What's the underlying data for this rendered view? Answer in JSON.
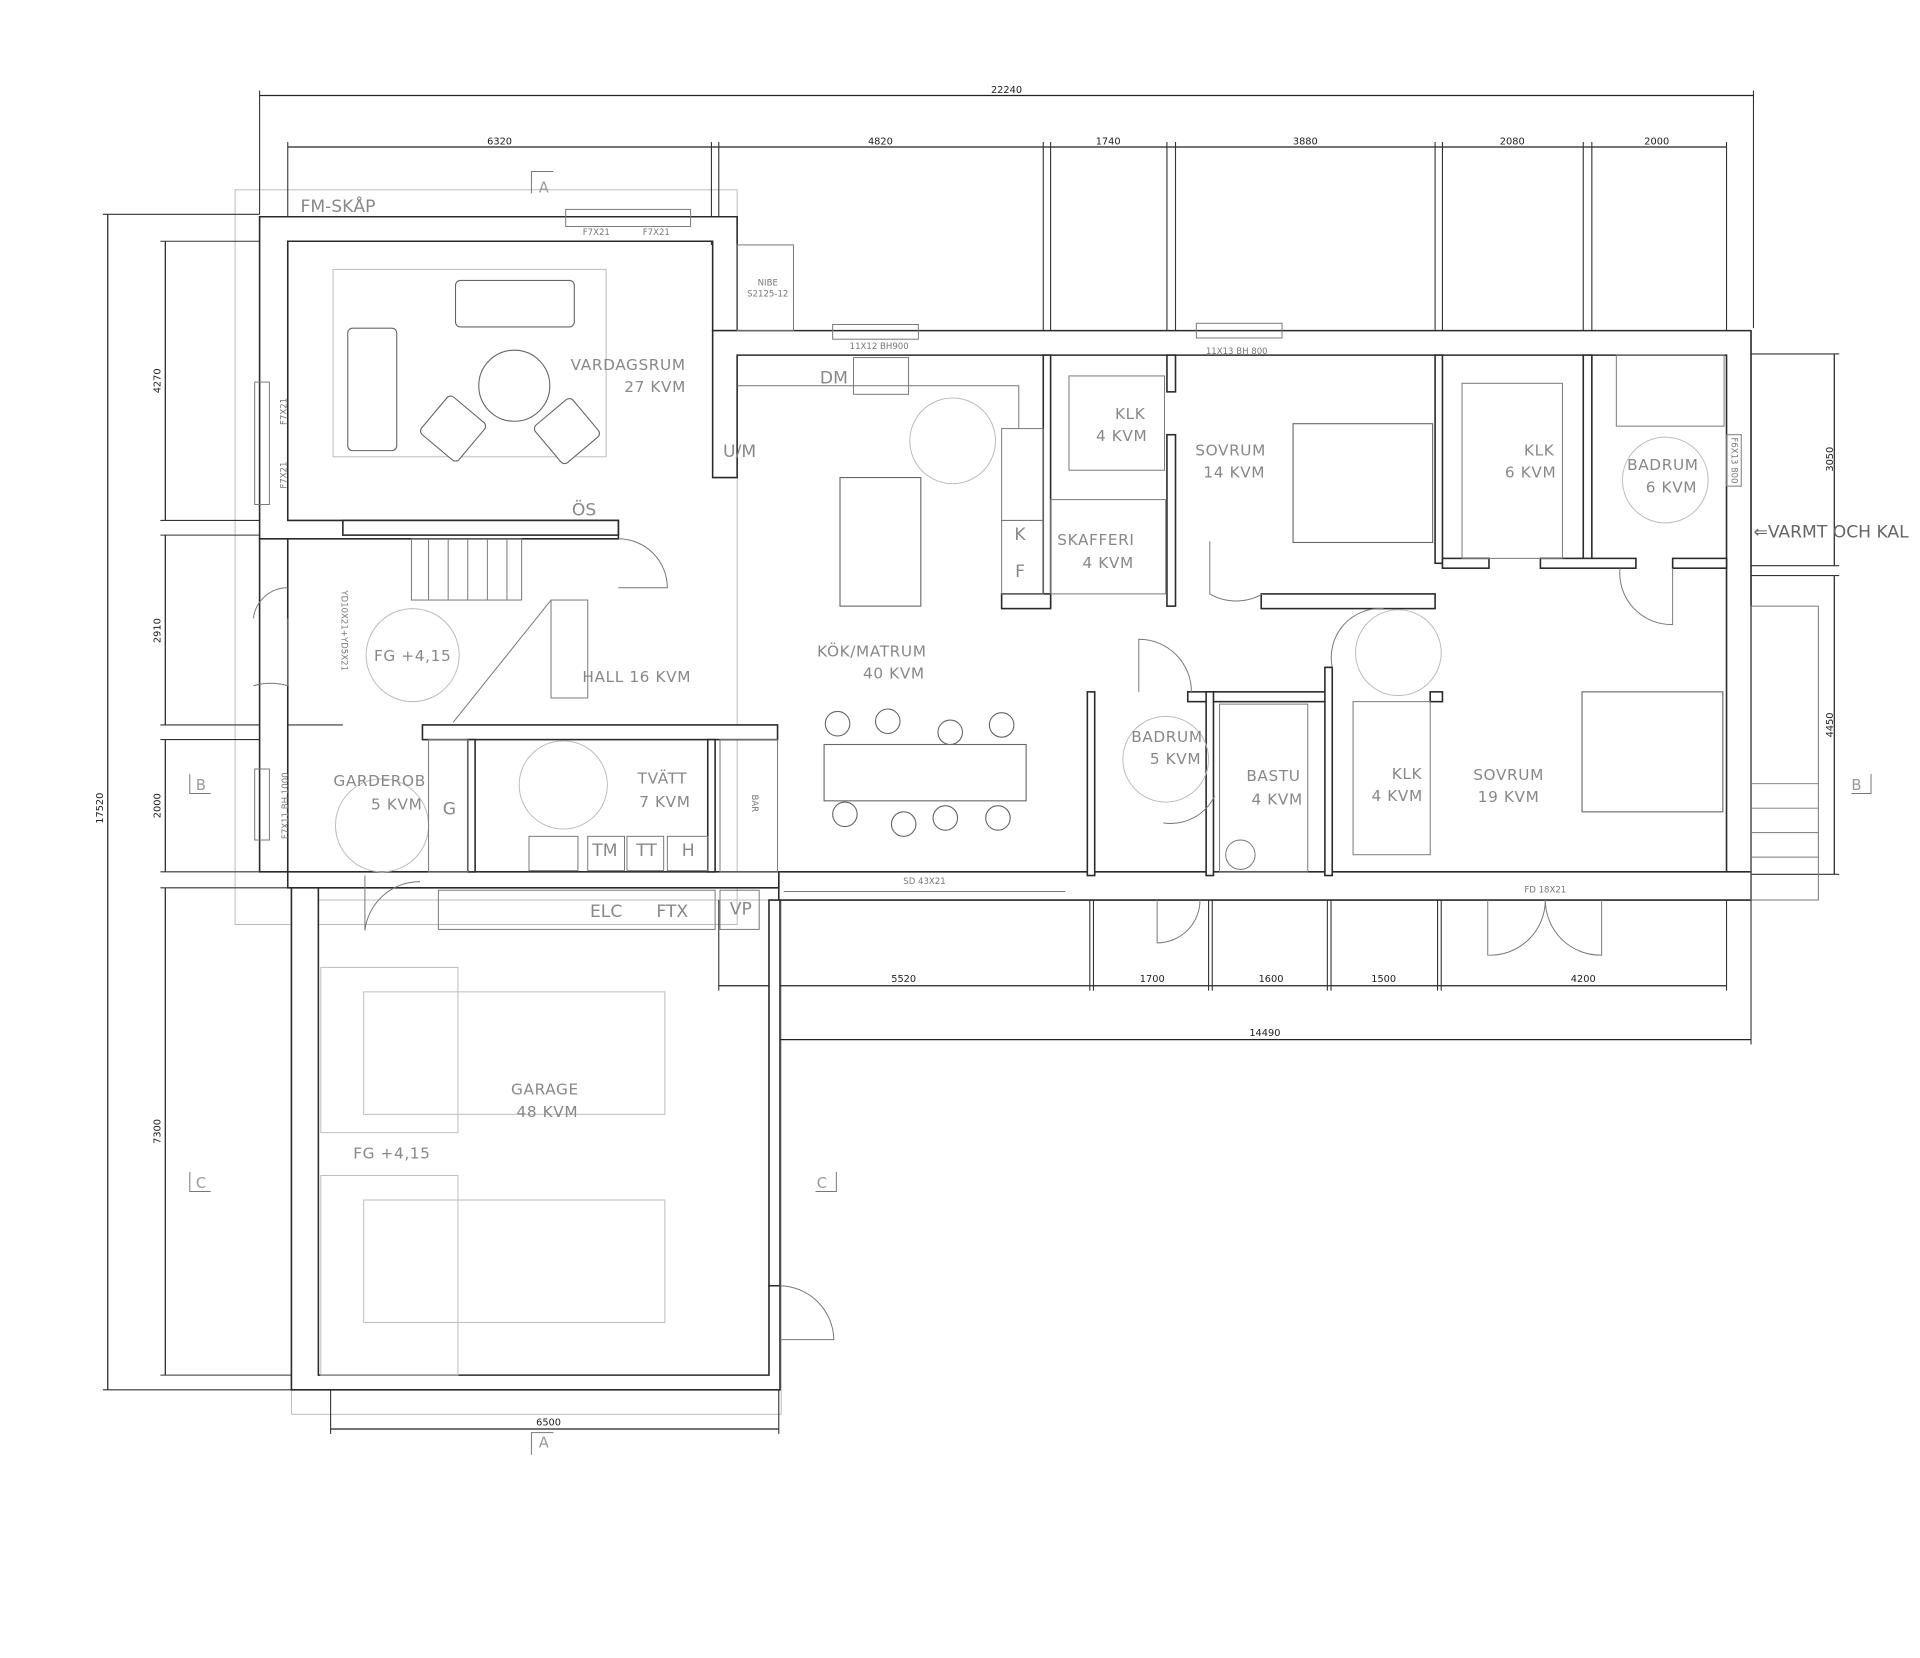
{
  "dimensions": {
    "overall_width": "22240",
    "top": [
      "6320",
      "4820",
      "1740",
      "3880",
      "2080",
      "2000"
    ],
    "left_overall": "17520",
    "left": [
      "4270",
      "2910",
      "2000",
      "7300"
    ],
    "right": [
      "3050",
      "4450"
    ],
    "bottom": [
      "5520",
      "1700",
      "1600",
      "1500",
      "4200"
    ],
    "bottom_overall": "14490",
    "garage_width": "6500"
  },
  "sections": {
    "a": "A",
    "b": "B",
    "c": "C"
  },
  "rooms": {
    "vardagsrum": {
      "name": "VARDAGSRUM",
      "area": "27 KVM"
    },
    "kok": {
      "name": "KÖK/MATRUM",
      "area": "40 KVM"
    },
    "klk1": {
      "name": "KLK",
      "area": "4 KVM"
    },
    "sovrum1": {
      "name": "SOVRUM",
      "area": "14 KVM"
    },
    "skafferi": {
      "name": "SKAFFERI",
      "area": "4 KVM"
    },
    "klk2": {
      "name": "KLK",
      "area": "6 KVM"
    },
    "badrum1": {
      "name": "BADRUM",
      "area": "6 KVM"
    },
    "hall": {
      "name": "HALL 16 KVM"
    },
    "garderob": {
      "name": "GARDEROB",
      "area": "5 KVM"
    },
    "tvatt": {
      "name": "TVÄTT",
      "area": "7 KVM"
    },
    "badrum2": {
      "name": "BADRUM",
      "area": "5 KVM"
    },
    "bastu": {
      "name": "BASTU",
      "area": "4 KVM"
    },
    "klk3": {
      "name": "KLK",
      "area": "4 KVM"
    },
    "sovrum2": {
      "name": "SOVRUM",
      "area": "19 KVM"
    },
    "garage": {
      "name": "GARAGE",
      "area": "48 KVM"
    }
  },
  "floor_levels": {
    "hall": "FG +4,15",
    "garage": "FG +4,15"
  },
  "fixtures": {
    "fm_skap": "FM-SKÅP",
    "os": "ÖS",
    "dm": "DM",
    "um": "U/M",
    "k": "K",
    "f": "F",
    "g": "G",
    "tm": "TM",
    "tt": "TT",
    "h": "H",
    "bar": "BAR",
    "elc": "ELC",
    "ftx": "FTX",
    "vp": "VP",
    "nibe_1": "NIBE",
    "nibe_2": "S2125-12"
  },
  "openings": {
    "top_window_1": "F7X21",
    "top_window_2": "F7X21",
    "left_window_1": "F7X21",
    "left_window_2": "F7X21",
    "kitchen_window": "11X12 BH900",
    "bedroom_window": "11X13 BH 800",
    "bath_window": "F6X13 800",
    "entry_door": "YD10X21+YD5X21",
    "garderob_window": "F7X11 BH 1000",
    "sliding_door": "SD 43X21",
    "french_door": "FD 18X21"
  },
  "annotation": {
    "supply": "⇐VARMT OCH KAL"
  }
}
